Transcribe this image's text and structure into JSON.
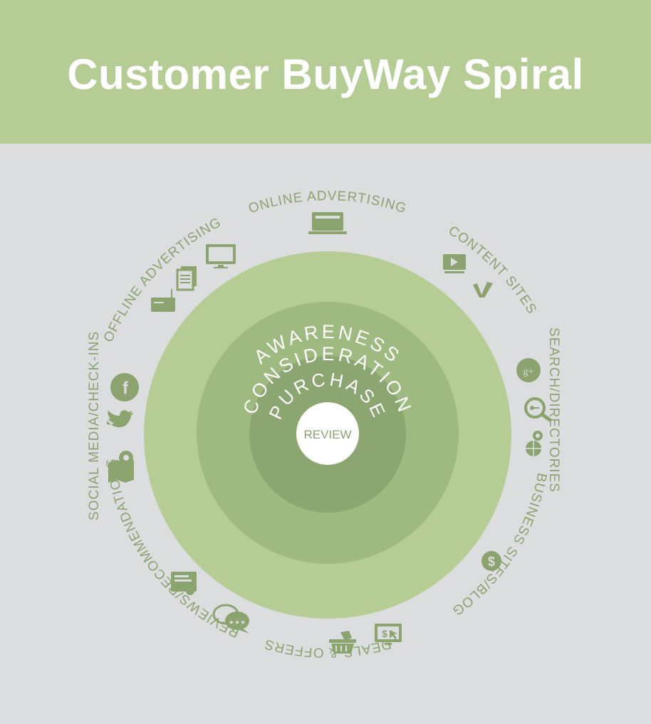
{
  "title": "Customer BuyWay Spiral",
  "colors": {
    "header": "#b5cd94",
    "background": "#dcdddf",
    "awareness": "#b5cd94",
    "consideration": "#9fba80",
    "purchase": "#8ca672",
    "icon": "#8aa36f"
  },
  "rings": {
    "awareness": "AWARENESS",
    "consideration": "CONSIDERATION",
    "purchase": "PURCHASE",
    "review": "REVIEW"
  },
  "categories": {
    "online_advertising": "ONLINE ADVERTISING",
    "content_sites": "CONTENT SITES",
    "search_directories": "SEARCH/DIRECTORIES",
    "business_sites_blog": "BUSINESS SITES/BLOG",
    "deals_offers": "DEALS & OFFERS",
    "reviews_recommendations": "REVIEWS/RECOMMENDATIONS",
    "social_media_checkins": "SOCIAL MEDIA/CHECK-INS",
    "offline_advertising": "OFFLINE ADVERTISING"
  },
  "icons": {
    "laptop": "laptop-icon",
    "video": "video-player-icon",
    "vimeo": "vimeo-icon",
    "google_plus": "google-plus-icon",
    "search_key": "search-key-icon",
    "globe_pin": "globe-pin-icon",
    "dollar_globe": "dollar-globe-icon",
    "dollar_monitor": "dollar-monitor-icon",
    "basket": "shopping-basket-icon",
    "certificate": "certificate-icon",
    "chat_stars": "chat-stars-icon",
    "facebook": "facebook-icon",
    "twitter": "twitter-icon",
    "map_pin": "map-pin-icon",
    "monitor": "monitor-icon",
    "documents": "documents-icon",
    "radio": "radio-icon"
  }
}
